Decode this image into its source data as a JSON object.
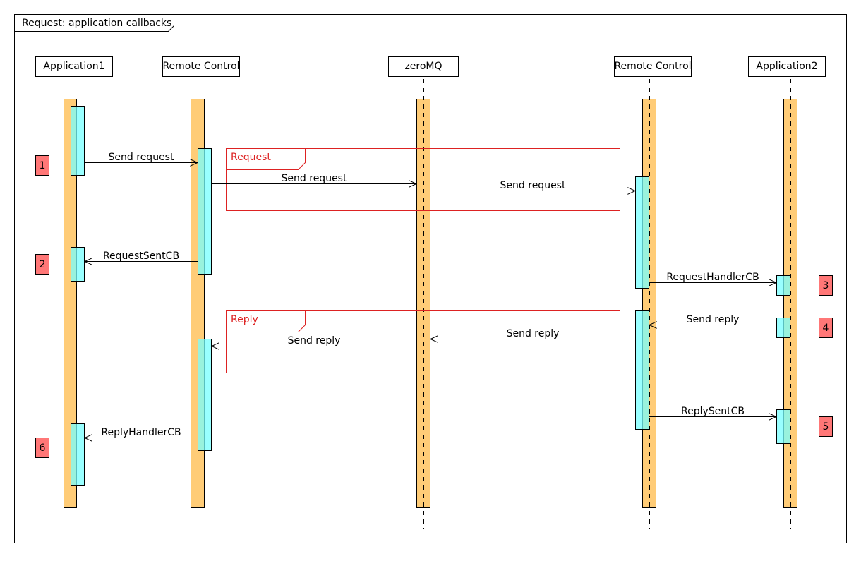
{
  "frame": {
    "title": "Request: application callbacks"
  },
  "lifelines": [
    {
      "id": "app1",
      "label": "Application1"
    },
    {
      "id": "rc1",
      "label": "Remote Control"
    },
    {
      "id": "zmq",
      "label": "zeroMQ"
    },
    {
      "id": "rc2",
      "label": "Remote Control"
    },
    {
      "id": "app2",
      "label": "Application2"
    }
  ],
  "fragments": [
    {
      "label": "Request"
    },
    {
      "label": "Reply"
    }
  ],
  "messages": [
    {
      "label": "Send request"
    },
    {
      "label": "Send request"
    },
    {
      "label": "Send request"
    },
    {
      "label": "RequestSentCB"
    },
    {
      "label": "RequestHandlerCB"
    },
    {
      "label": "Send reply"
    },
    {
      "label": "Send reply"
    },
    {
      "label": "Send reply"
    },
    {
      "label": "ReplySentCB"
    },
    {
      "label": "ReplyHandlerCB"
    }
  ],
  "step_markers": [
    "1",
    "2",
    "3",
    "4",
    "5",
    "6"
  ],
  "colors": {
    "lifeline_bar": "#FFCC77",
    "activation": "#77FFFF",
    "fragment_border": "#DD2222",
    "fragment_label": "#DD2222",
    "step_marker": "#FF7777"
  }
}
